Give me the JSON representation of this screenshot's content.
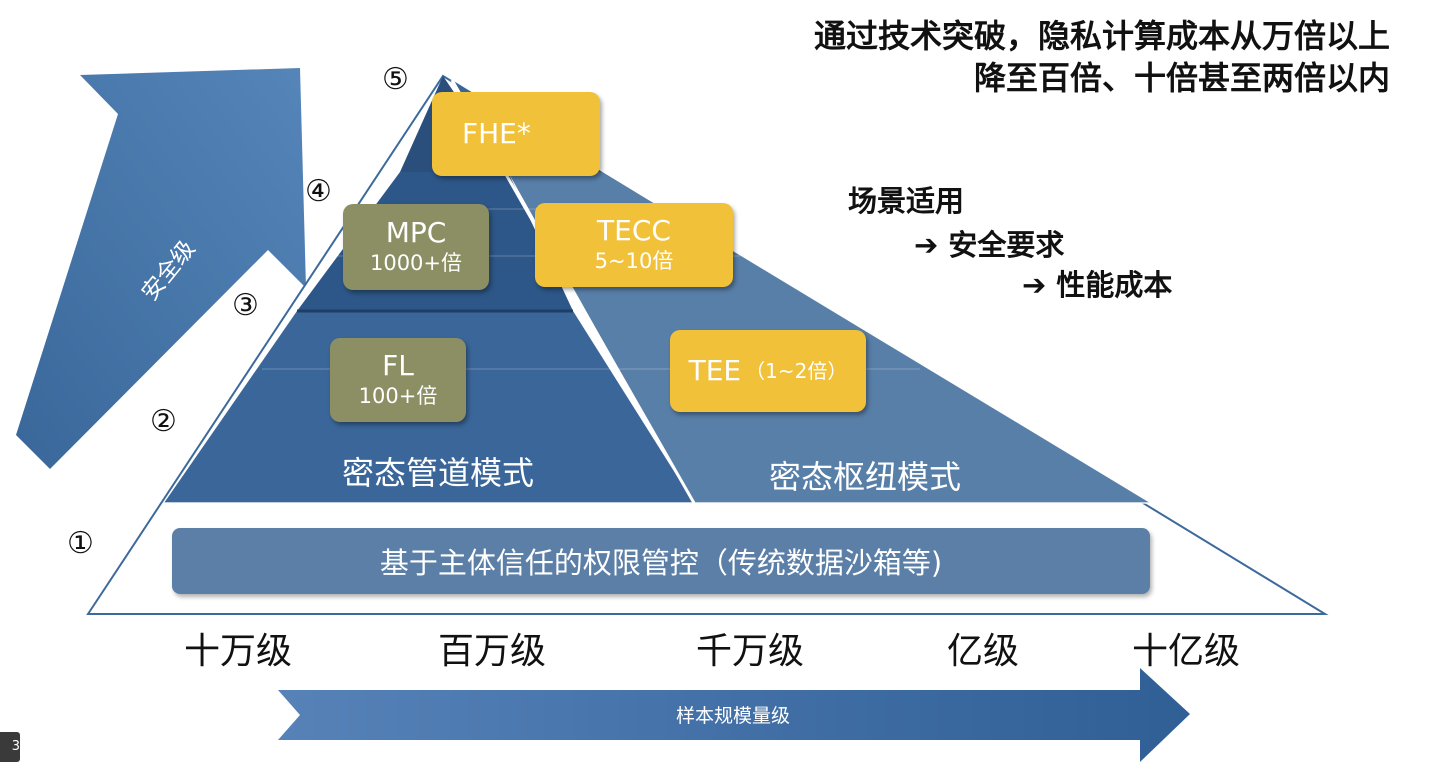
{
  "heading": {
    "line1": "通过技术突破，隐私计算成本从万倍以上",
    "line2": "降至百倍、十倍甚至两倍以内"
  },
  "scenario": {
    "title": "场景适用",
    "item1_arrow": "➔",
    "item1": "安全要求",
    "item2_arrow": "➔",
    "item2": "性能成本"
  },
  "security_arrow_label": "安全级",
  "scale_arrow_label": "样本规模量级",
  "levels": [
    "①",
    "②",
    "③",
    "④",
    "⑤"
  ],
  "scale_labels": [
    "十万级",
    "百万级",
    "千万级",
    "亿级",
    "十亿级"
  ],
  "modes": {
    "left": "密态管道模式",
    "right": "密态枢纽模式"
  },
  "base_bar": "基于主体信任的权限管控（传统数据沙箱等)",
  "technologies": {
    "fhe": {
      "name": "FHE*"
    },
    "mpc": {
      "name": "MPC",
      "cost": "1000+倍"
    },
    "tecc": {
      "name": "TECC",
      "cost": "5~10倍"
    },
    "fl": {
      "name": "FL",
      "cost": "100+倍"
    },
    "tee": {
      "name": "TEE",
      "cost": "（1~2倍）"
    }
  },
  "page_number": "3",
  "colors": {
    "pyramid_dark": "#2f5c8f",
    "pyramid_mid": "#3d6a9c",
    "pyramid_right": "#5a80a8",
    "gold": "#f2c13a",
    "olive": "#8c8f63",
    "arrow_blue": "#3d72a8"
  }
}
